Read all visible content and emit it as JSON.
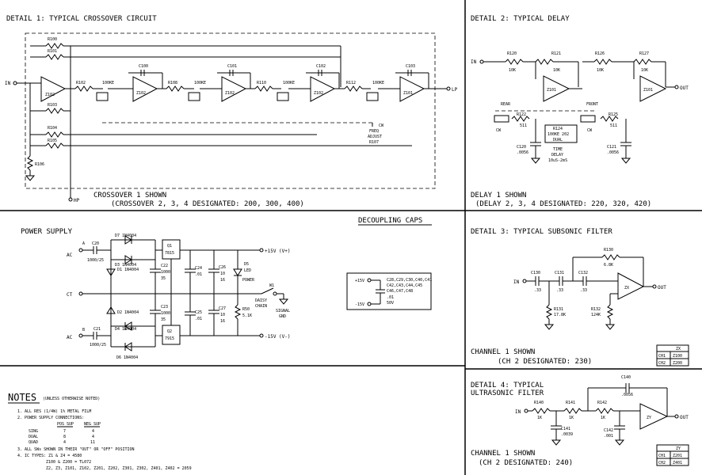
{
  "detail1": {
    "title": "DETAIL 1: TYPICAL CROSSOVER CIRCUIT",
    "footer1": "CROSSOVER 1 SHOWN",
    "footer2": "(CROSSOVER 2, 3, 4 DESIGNATED: 200, 300, 400)",
    "in": "IN",
    "lp": "LP",
    "hp": "HP",
    "resistors": [
      "R100",
      "R101",
      "R102",
      "R103",
      "R104",
      "R105",
      "R106",
      "R108",
      "R110",
      "R112"
    ],
    "caps": [
      "C100",
      "C101",
      "C102",
      "C103"
    ],
    "pot": "100KE",
    "freq_adjust": [
      "CW",
      "FREQ",
      "ADJUST",
      "R107"
    ],
    "opamps": [
      "Z102",
      "Z102",
      "Z102",
      "Z102",
      "Z101"
    ]
  },
  "detail2": {
    "title": "DETAIL 2: TYPICAL DELAY",
    "footer1": "DELAY 1 SHOWN",
    "footer2": "(DELAY 2, 3, 4 DESIGNATED: 220, 320, 420)",
    "in": "IN",
    "out": "OUT",
    "r120": "R120",
    "r121": "R121",
    "r126": "R126",
    "r127": "R127",
    "k10": "10K",
    "rear": "REAR",
    "front": "FRONT",
    "r122": "R122",
    "r125": "R125",
    "r511": "511",
    "cw": "CW",
    "r124": [
      "R124",
      "100KE 202",
      "DUAL"
    ],
    "time_delay": [
      "TIME",
      "DELAY",
      "10uS-2mS"
    ],
    "c120": [
      "C120",
      ".0056"
    ],
    "c121": [
      "C121",
      ".0056"
    ],
    "z101": "Z101"
  },
  "power": {
    "title": "POWER SUPPLY",
    "ac": "AC",
    "ct": "CT",
    "a": "A",
    "b": "B",
    "c20": "C20",
    "c20v": "1000/25",
    "c21": "C21",
    "c21v": "1000/25",
    "diodes": [
      "D7 1N4004",
      "D3 1N4004",
      "D1 1N4004",
      "D2 1N4004",
      "D4 1N4004",
      "D6 1N4004"
    ],
    "q1": [
      "Q1",
      "7815"
    ],
    "q2": [
      "Q2",
      "7915"
    ],
    "c22": [
      "C22",
      "1000",
      "35"
    ],
    "c23": [
      "C23",
      "1000",
      "35"
    ],
    "c24": [
      "C24",
      ".01"
    ],
    "c25": [
      "C25",
      ".01"
    ],
    "c26": [
      "C26",
      "10",
      "16"
    ],
    "c27": [
      "C27",
      "10",
      "16"
    ],
    "d5": [
      "D5",
      "LED",
      "POWER"
    ],
    "r50": [
      "R50",
      "5.1K"
    ],
    "w1": [
      "W1",
      "DAISY",
      "CHAIN"
    ],
    "signal_gnd": [
      "SIGNAL",
      "GND"
    ],
    "plus15": "+15V (V+)",
    "minus15": "-15V (V-)"
  },
  "decoupling": {
    "title": "DECOUPLING CAPS",
    "plus": "+15V",
    "minus": "-15V",
    "list": [
      "C28,C29,C30,C40,C41",
      "C42,C43,C44,C45",
      "C46,C47,C48"
    ],
    "value": [
      ".01",
      "50V"
    ]
  },
  "detail3": {
    "title": "DETAIL 3: TYPICAL SUBSONIC FILTER",
    "footer1": "CHANNEL 1 SHOWN",
    "footer2": "(CH 2 DESIGNATED: 230)",
    "in": "IN",
    "out": "OUT",
    "r130": [
      "R130",
      "6.8K"
    ],
    "c130": [
      "C130",
      ".33"
    ],
    "c131": [
      "C131",
      ".33"
    ],
    "c132": [
      "C132",
      ".33"
    ],
    "r131": [
      "R131",
      "17.8K"
    ],
    "r132": [
      "R132",
      "124K"
    ],
    "zx": "ZX",
    "table": {
      "head": "ZX",
      "rows": [
        [
          "CH1",
          "Z100"
        ],
        [
          "CH2",
          "Z200"
        ]
      ]
    }
  },
  "detail4": {
    "title": "DETAIL 4: TYPICAL",
    "title2": "ULTRASONIC FILTER",
    "footer1": "CHANNEL 1 SHOWN",
    "footer2": "(CH 2 DESIGNATED: 240)",
    "in": "IN",
    "out": "OUT",
    "c140": [
      "C140",
      ".0056"
    ],
    "r140": [
      "R140",
      "1K"
    ],
    "r141": [
      "R141",
      "1K"
    ],
    "r142": [
      "R142",
      "1K"
    ],
    "c141": [
      "C141",
      ".0039"
    ],
    "c142": [
      "C142",
      ".001"
    ],
    "zy": "ZY",
    "table": {
      "head": "ZY",
      "rows": [
        [
          "CH1",
          "Z201"
        ],
        [
          "CH2",
          "Z401"
        ]
      ]
    }
  },
  "notes": {
    "title": "NOTES",
    "subtitle": "(UNLESS OTHERWISE NOTED)",
    "l1": "1. ALL RES (1/4W) 1% METAL FILM",
    "l2": "2. POWER SUPPLY CONNECTIONS:",
    "col_pos": "POS SUP",
    "col_neg": "NEG SUP",
    "rows": [
      [
        "SING",
        "7",
        "4"
      ],
      [
        "DUAL",
        "8",
        "4"
      ],
      [
        "QUAD",
        "4",
        "11"
      ]
    ],
    "l3": "3. ALL SWs SHOWN IN THEIR \"OUT\" OR \"OFF\" POSITION",
    "l4": "4. IC TYPES: Z1 & Z4 = 4580",
    "l5": "Z100 & Z200 = TL072",
    "l6": "Z2, Z3, Z101, Z102, Z201, Z202, Z301, Z302, Z401, Z402 = 2059"
  },
  "colors": {
    "ink": "#000000",
    "paper": "#ffffff"
  }
}
